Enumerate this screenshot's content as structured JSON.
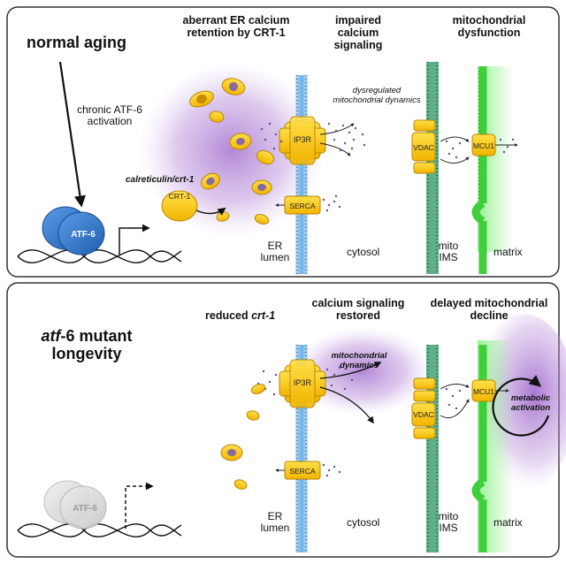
{
  "top_panel": {
    "condition": "normal aging",
    "trigger": "chronic ATF-6 activation",
    "headers": {
      "er": "aberrant ER calcium retention by CRT-1",
      "calcium": "impaired calcium signaling",
      "mito": "mitochondrial dysfunction"
    },
    "gene_label": "calreticulin/crt-1",
    "dynamics_note": "dysregulated mitochondrial dynamics"
  },
  "bottom_panel": {
    "condition_prefix": "atf",
    "condition_suffix": "-6 mutant",
    "condition_line2": "longevity",
    "headers": {
      "er_prefix": "reduced ",
      "er_gene": "crt-1",
      "calcium": "calcium signaling restored",
      "mito": "delayed mitochondrial decline"
    },
    "dynamics_note": "mitochondrial dynamics",
    "metabolic_note": "metabolic activation"
  },
  "proteins": {
    "atf6": "ATF-6",
    "crt1": "CRT-1",
    "ip3r": "IP3R",
    "serca": "SERCA",
    "vdac": "VDAC",
    "mcu1": "MCU1"
  },
  "compartments": {
    "er_lumen": "ER lumen",
    "cytosol": "cytosol",
    "mito_ims": "mito IMS",
    "matrix": "matrix"
  },
  "colors": {
    "atf6_active": "#2f6fc4",
    "atf6_inactive": "#d4d4d4",
    "er_membrane": "#7fb8e8",
    "outer_mito_membrane": "#2e8b57",
    "inner_mito_membrane": "#6fe06a",
    "purple_calcium_cloud": "#9a5fc8",
    "channel_yellow": "#ffd21a"
  }
}
